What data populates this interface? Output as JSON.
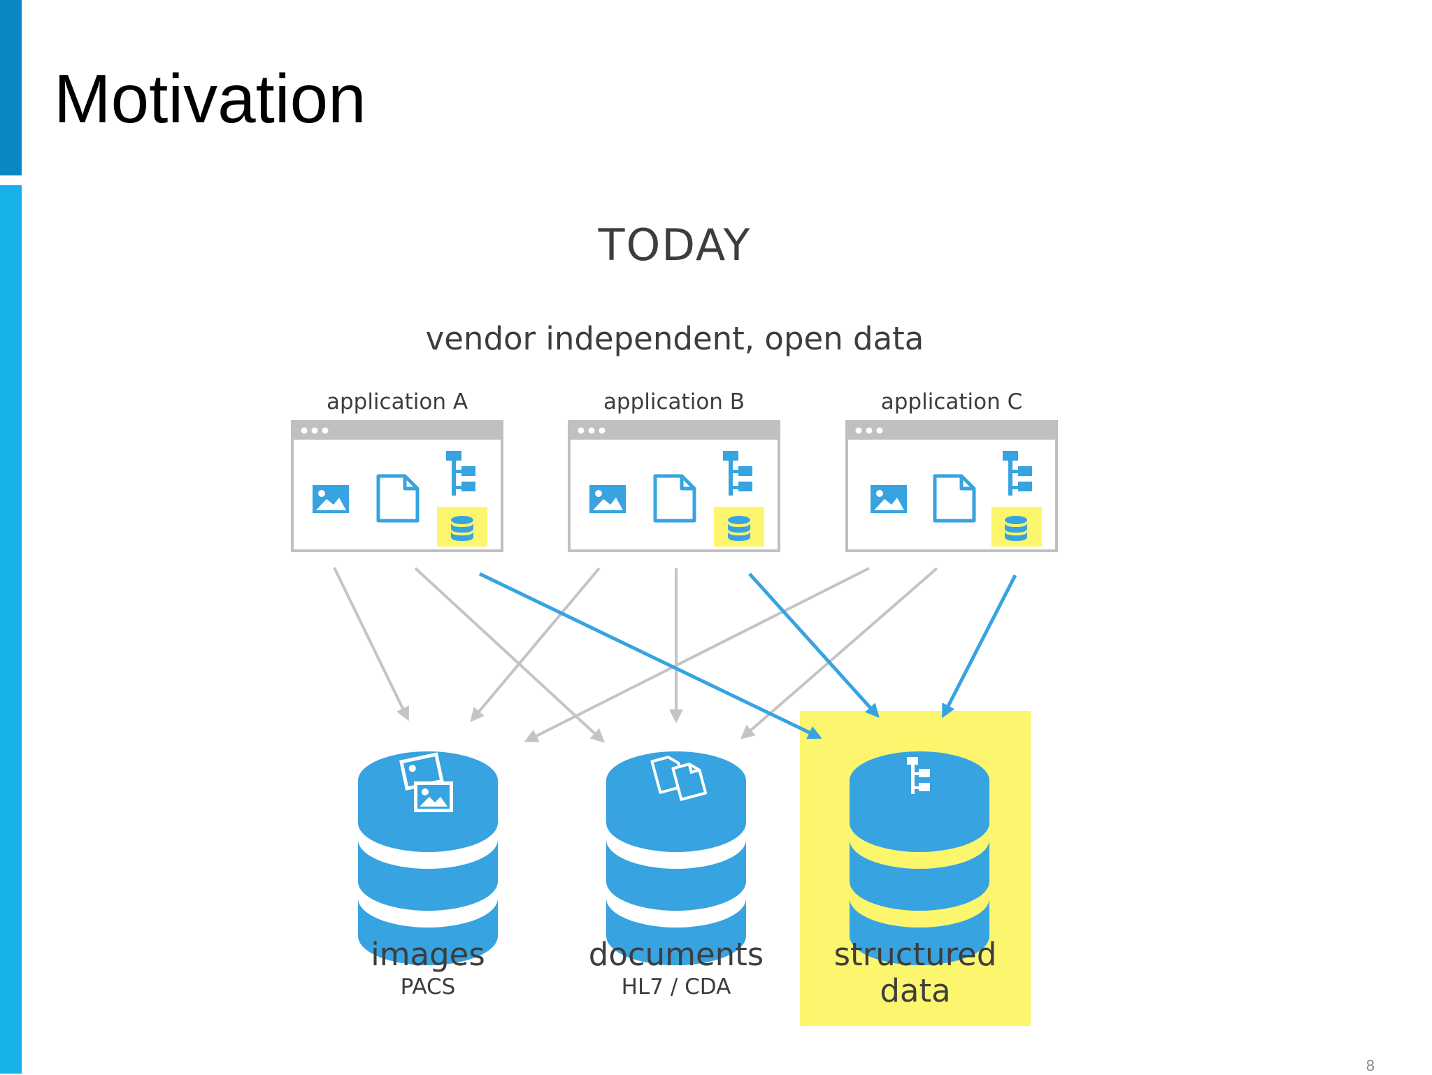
{
  "slide": {
    "title": "Motivation",
    "page_number": "8"
  },
  "diagram": {
    "heading": "TODAY",
    "subheading": "vendor independent, open data",
    "applications": [
      {
        "label": "application A"
      },
      {
        "label": "application B"
      },
      {
        "label": "application C"
      }
    ],
    "stores": [
      {
        "name": "images",
        "sub": "PACS"
      },
      {
        "name": "documents",
        "sub": "HL7 / CDA"
      },
      {
        "name": "structured data",
        "sub": ""
      }
    ],
    "colors": {
      "accent_blue": "#37a3e0",
      "highlight_yellow": "#fbf66e",
      "arrow_gray": "#c4c4c4",
      "frame_gray": "#c0c0c0"
    },
    "icons": [
      "image-icon",
      "document-icon",
      "tree-icon",
      "database-icon"
    ]
  }
}
